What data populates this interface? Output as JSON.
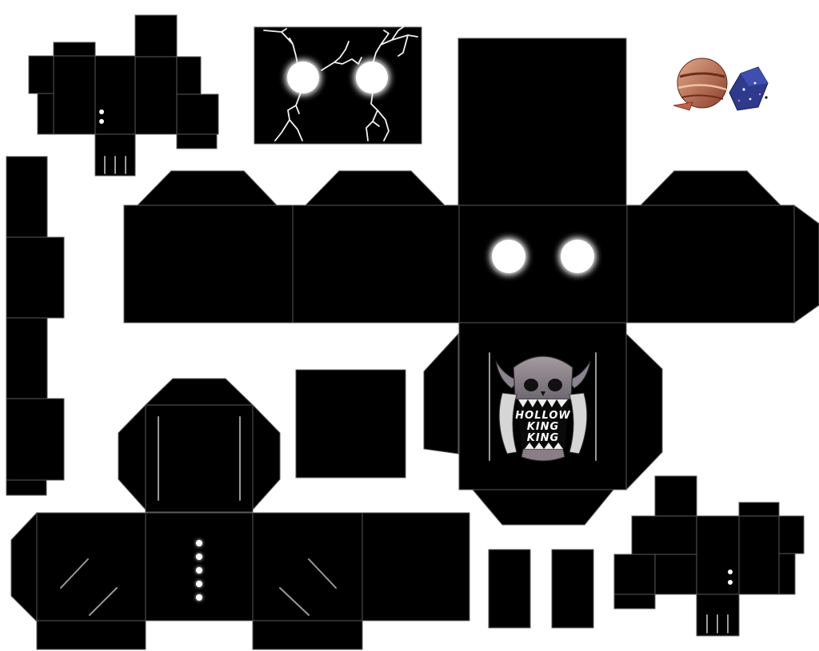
{
  "sheet": {
    "background_color": "#ffffff",
    "piece_color": "#000000",
    "glow_color": "#ffffff"
  },
  "face_plaque": {
    "line1": "HOLLOW",
    "line2": "KING",
    "line3": "KING"
  },
  "logo": {
    "icons": [
      "planet-icon",
      "dice-icon"
    ]
  }
}
